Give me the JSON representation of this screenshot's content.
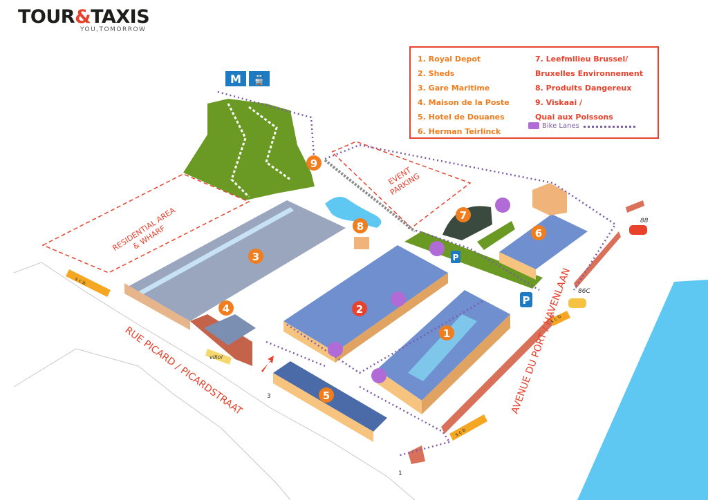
{
  "brand": {
    "name_left": "TOUR",
    "amp": "&",
    "name_right": "TAXIS",
    "tagline": "YOU,TOMORROW"
  },
  "legend": {
    "col1": [
      "1. Royal Depot",
      "2. Sheds",
      "3. Gare Maritime",
      "4. Maison de la Poste",
      "5. Hotel de Douanes",
      "6. Herman Teirlinck"
    ],
    "col2": [
      "7. Leefmilieu Brussel/",
      "Bruxelles Environnement",
      "8. Produits Dangereux",
      "9. Viskaai /",
      "Quai aux Poissons"
    ],
    "bike_lanes": "Bike Lanes"
  },
  "areas": {
    "residential": [
      "RESIDENTIAL AREA",
      "& WHARF"
    ],
    "event": [
      "EVENT",
      "PARKING"
    ]
  },
  "streets": {
    "rue_picard": "RUE PICARD / PICARDSTRAAT",
    "avenue_port": "AVENUE DU PORT / HAVENLAAN"
  },
  "markers": [
    "1",
    "2",
    "3",
    "4",
    "5",
    "6",
    "7",
    "8",
    "9"
  ],
  "transit": {
    "bus_88": "88",
    "bus_86c": "86C",
    "stop_3": "3",
    "stop_1": "1",
    "villo": "villo!"
  },
  "bus_stop_label": "s c b",
  "colors": {
    "brand_red": "#e8412c",
    "orange": "#f07d1e",
    "green": "#6a9a23",
    "water": "#5ec8f2",
    "building_blue": "#6f8fcf",
    "bike_purple": "#b06bd6",
    "dotted_lane": "#7b5aa6"
  },
  "icons": [
    "metro-icon",
    "train-icon",
    "bike-parking-icon",
    "parking-icon",
    "car-icon",
    "arrow-icon"
  ]
}
